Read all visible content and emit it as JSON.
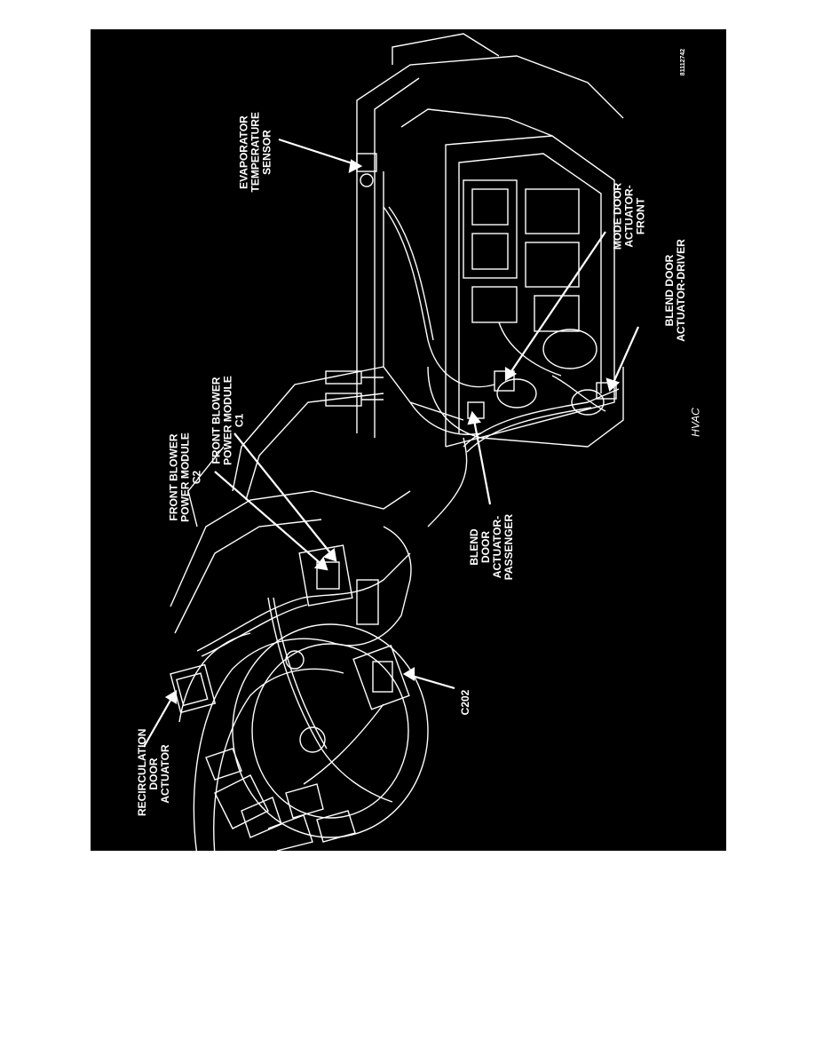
{
  "figure": {
    "caption": "HVAC",
    "code": "81112742",
    "background": "#000000",
    "line_color": "#ffffff"
  },
  "labels": {
    "recirculation_door_actuator": "RECIRCULATION\nDOOR\nACTUATOR",
    "c202": "C202",
    "front_blower_c2": "FRONT BLOWER\nPOWER MODULE\nC2",
    "front_blower_c1": "FRONT BLOWER\nPOWER MODULE\nC1",
    "blend_door_passenger": "BLEND\nDOOR\nACTUATOR-\nPASSENGER",
    "evaporator_temp_sensor": "EVAPORATOR\nTEMPERATURE\nSENSOR",
    "mode_door_front": "MODE DOOR\nACTUATOR-\nFRONT",
    "blend_door_driver": "BLEND DOOR\nACTUATOR-DRIVER"
  }
}
